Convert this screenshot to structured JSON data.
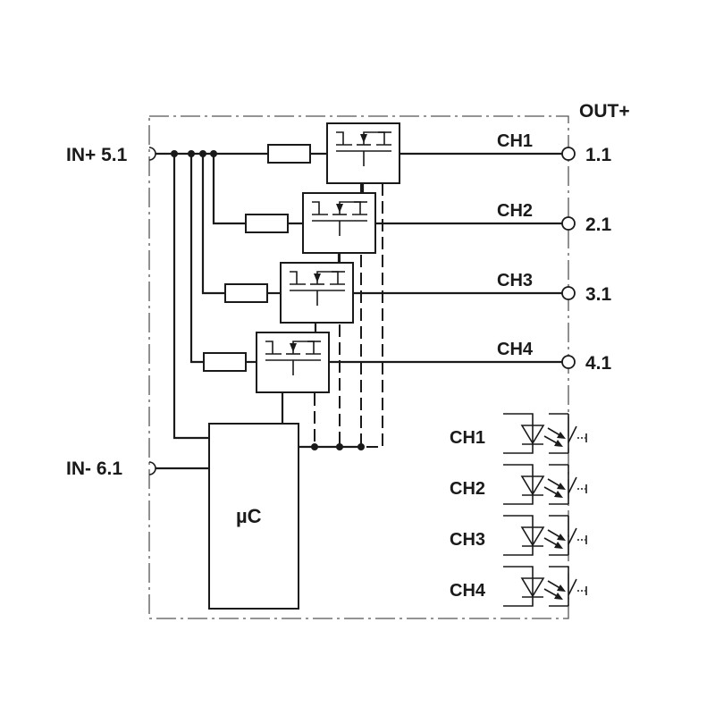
{
  "diagram": {
    "type": "block-circuit-diagram",
    "inputs": {
      "in_plus": "IN+ 5.1",
      "in_minus": "IN- 6.1"
    },
    "output_header": "OUT+",
    "controller_label": "µC",
    "channels": [
      {
        "name": "CH1",
        "terminal": "1.1"
      },
      {
        "name": "CH2",
        "terminal": "2.1"
      },
      {
        "name": "CH3",
        "terminal": "3.1"
      },
      {
        "name": "CH4",
        "terminal": "4.1"
      }
    ],
    "status_indicators": [
      {
        "name": "CH1"
      },
      {
        "name": "CH2"
      },
      {
        "name": "CH3"
      },
      {
        "name": "CH4"
      }
    ],
    "components": {
      "fuse": "fuse-icon",
      "switch": "mosfet-switch-icon",
      "indicator": "led-optocoupler-icon"
    }
  }
}
